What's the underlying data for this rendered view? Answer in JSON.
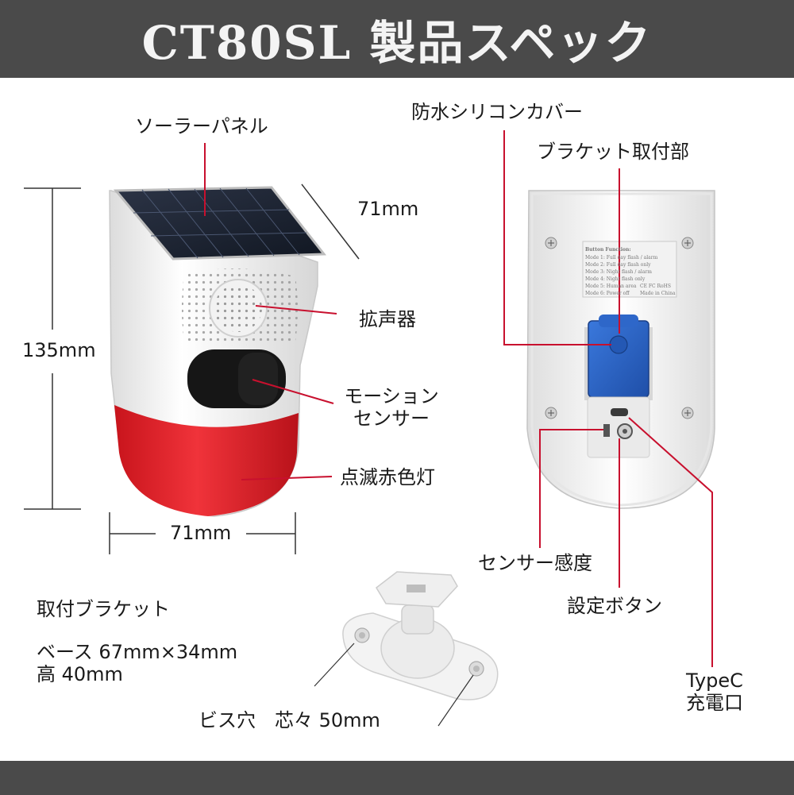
{
  "header": {
    "title": "CT80SL 製品スペック"
  },
  "front": {
    "solar_panel": "ソーラーパネル",
    "depth": "71mm",
    "height": "135mm",
    "width": "71mm",
    "speaker": "拡声器",
    "motion_sensor_line1": "モーション",
    "motion_sensor_line2": "センサー",
    "flash_light": "点滅赤色灯"
  },
  "back": {
    "silicone_cover": "防水シリコンカバー",
    "bracket_mount": "ブラケット取付部",
    "sensor_sensitivity": "センサー感度",
    "set_button": "設定ボタン",
    "typec_line1": "TypeC",
    "typec_line2": "充電口",
    "plate_lines": [
      "Button Function:",
      "Mode 1: Full day flash / alarm",
      "Mode 2: Full day flash only",
      "Mode 3: Night flash / alarm",
      "Mode 4: Night flash only",
      "Mode 5: Human area",
      "Mode 6: Power off"
    ],
    "plate_marks": "CE FC RoHS",
    "plate_made": "Made in China"
  },
  "bracket": {
    "title": "取付ブラケット",
    "base_size": "ベース 67mm×34mm",
    "height": "高 40mm",
    "screw_holes": "ビス穴　芯々 50mm"
  },
  "colors": {
    "header_bg": "#4a4a4a",
    "callout_red": "#c8102e",
    "siren_red": "#e0222a",
    "cover_blue": "#2a62c8"
  }
}
